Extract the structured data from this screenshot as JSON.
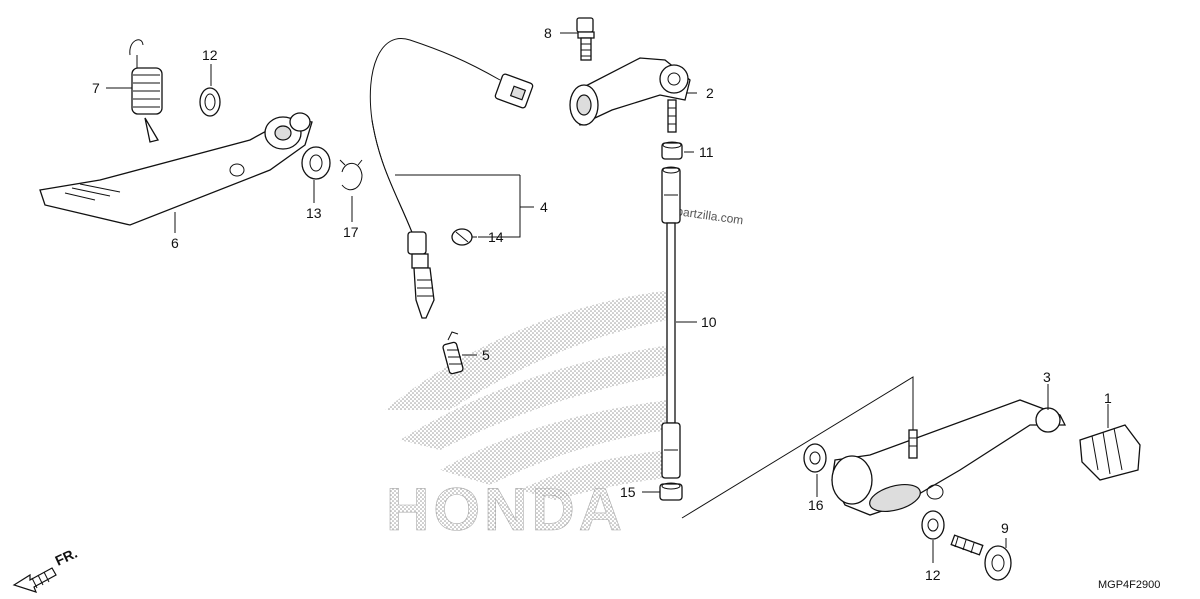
{
  "diagram": {
    "callouts": {
      "c1": "1",
      "c2": "2",
      "c3": "3",
      "c4": "4",
      "c5": "5",
      "c6": "6",
      "c7": "7",
      "c8": "8",
      "c9": "9",
      "c10": "10",
      "c11": "11",
      "c12a": "12",
      "c12b": "12",
      "c13": "13",
      "c14": "14",
      "c15": "15",
      "c16": "16",
      "c17": "17"
    },
    "direction_label": "FR.",
    "diagram_code": "MGP4F2900",
    "watermark": "partzilla.com",
    "brand_logo_text": "HONDA",
    "colors": {
      "line": "#111111",
      "background": "#ffffff",
      "logo_dots": "#9a9a9a"
    }
  }
}
